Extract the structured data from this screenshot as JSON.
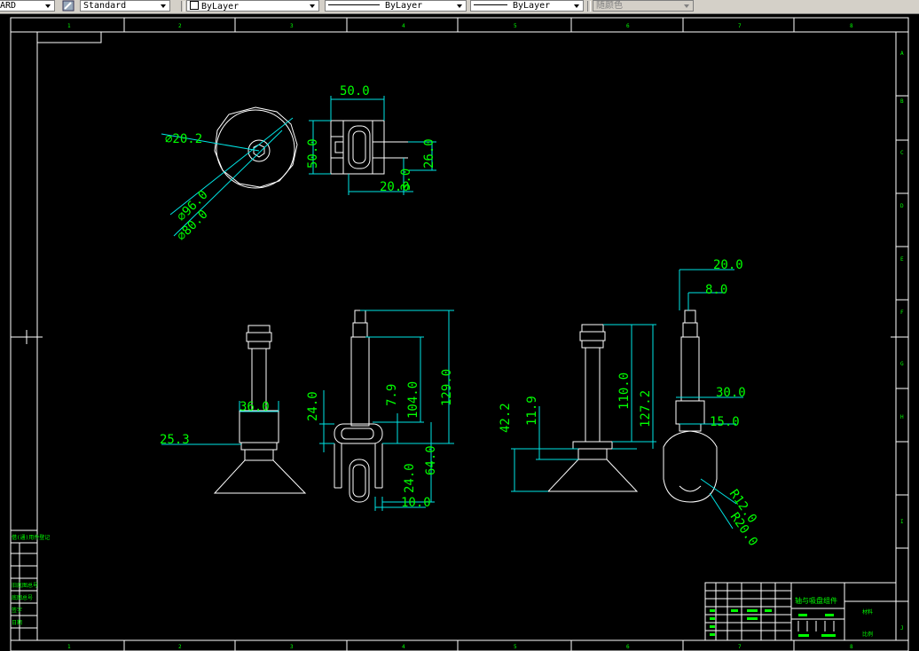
{
  "toolbar": {
    "dimstyle": "ARD",
    "textstyle": "Standard",
    "layer": "ByLayer",
    "linetype": "ByLayer",
    "lineweight": "ByLayer",
    "color": "随颜色"
  },
  "frame": {
    "col_numbers": [
      "1",
      "2",
      "3",
      "4",
      "5",
      "6",
      "7",
      "8"
    ],
    "row_letters": [
      "A",
      "B",
      "C",
      "D",
      "E",
      "F",
      "G",
      "H",
      "I",
      "J"
    ]
  },
  "dims": {
    "d_20_2": "⌀20.2",
    "d_96": "⌀96.0",
    "d_80": "⌀80.0",
    "d_50w": "50.0",
    "d_50h": "50.0",
    "d_26": "26.0",
    "d_20": "20.0",
    "d_3": "3.0",
    "d_36": "36.0",
    "d_25_3": "25.3",
    "d_24a": "24.0",
    "d_7_9": "7.9",
    "d_104": "104.0",
    "d_129": "129.0",
    "d_24b": "24.0",
    "d_64": "64.0",
    "d_10": "10.0",
    "d_42_2": "42.2",
    "d_11_9": "11.9",
    "d_110": "110.0",
    "d_127_2": "127.2",
    "d_20r": "20.0",
    "d_8": "8.0",
    "d_30": "30.0",
    "d_15": "15.0",
    "r_12": "R12.0",
    "r_20": "R20.0"
  },
  "title_block": {
    "part_name": "轴与吸盘组件",
    "material": "材料",
    "scale": "比例"
  },
  "left_strip": {
    "header": "借(通)用件登记",
    "rows": [
      "旧底图总号",
      "底图总号",
      "签字",
      "日期"
    ]
  },
  "colors": {
    "background": "#000000",
    "frame": "#ffffff",
    "dimension_text": "#00ff00",
    "dimension_line": "#00ffff",
    "object_line": "#ffffff"
  }
}
